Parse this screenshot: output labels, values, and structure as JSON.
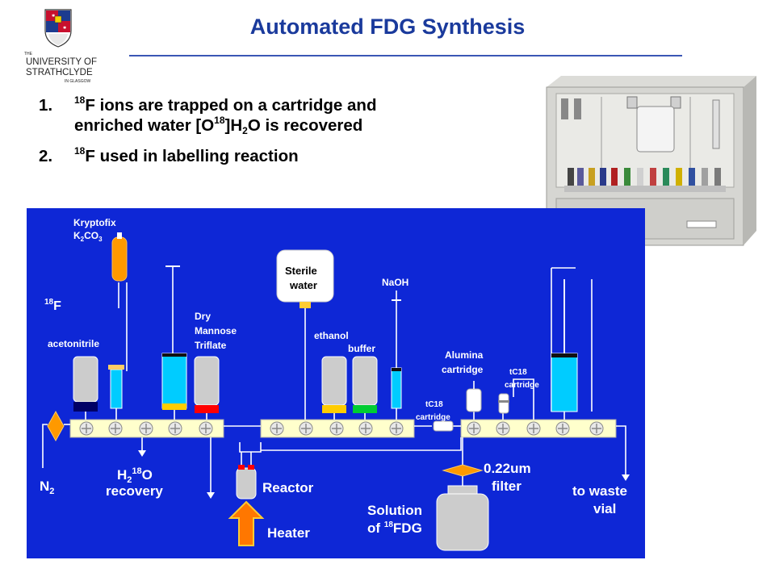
{
  "slide": {
    "title": "Automated FDG Synthesis",
    "logo_text": {
      "the": "THE",
      "line1": "UNIVERSITY OF",
      "line2": "STRATHCLYDE",
      "line3": "IN GLASGOW"
    },
    "bullets": [
      {
        "number": "1.",
        "line1_pre": "",
        "line1_sup": "18",
        "line1_post": "F ions are trapped on a cartridge and",
        "line2_pre": "enriched water [O",
        "line2_sup": "18",
        "line2_mid": "]H",
        "line2_sub": "2",
        "line2_post": "O is recovered"
      },
      {
        "number": "2.",
        "sup": "18",
        "text": "F used in labelling reaction"
      }
    ]
  },
  "diagram": {
    "background": "#0e27d6",
    "line_color": "#ffffff",
    "label_color": "#ffffff",
    "labels": {
      "kryptofix": "Kryptofix",
      "k2co3_pre": "K",
      "k2co3_sub1": "2",
      "k2co3_mid": "CO",
      "k2co3_sub2": "3",
      "f18_sup": "18",
      "f18": "F",
      "acetonitrile": "acetonitrile",
      "dry": "Dry",
      "mannose": "Mannose",
      "triflate": "Triflate",
      "sterile": "Sterile",
      "water": "water",
      "naoh": "NaOH",
      "ethanol": "ethanol",
      "buffer": "buffer",
      "alumina": "Alumina",
      "alumina_cartridge": "cartridge",
      "tc18_a": "tC18",
      "tc18_a_cart": "cartridge",
      "tc18_b": "tC18",
      "tc18_b_cart": "cartridge",
      "n2_pre": "N",
      "n2_sub": "2",
      "h2o_h": "H",
      "h2o_sub": "2",
      "h2o_sup": "18",
      "h2o_o": "O",
      "recovery": "recovery",
      "reactor": "Reactor",
      "heater": "Heater",
      "filter_size": "0.22um",
      "filter": "filter",
      "solution": "Solution",
      "of_fdg_pre": "of ",
      "of_fdg_sup": "18",
      "of_fdg_post": "FDG",
      "to_waste": "to waste",
      "vial": "vial"
    }
  }
}
